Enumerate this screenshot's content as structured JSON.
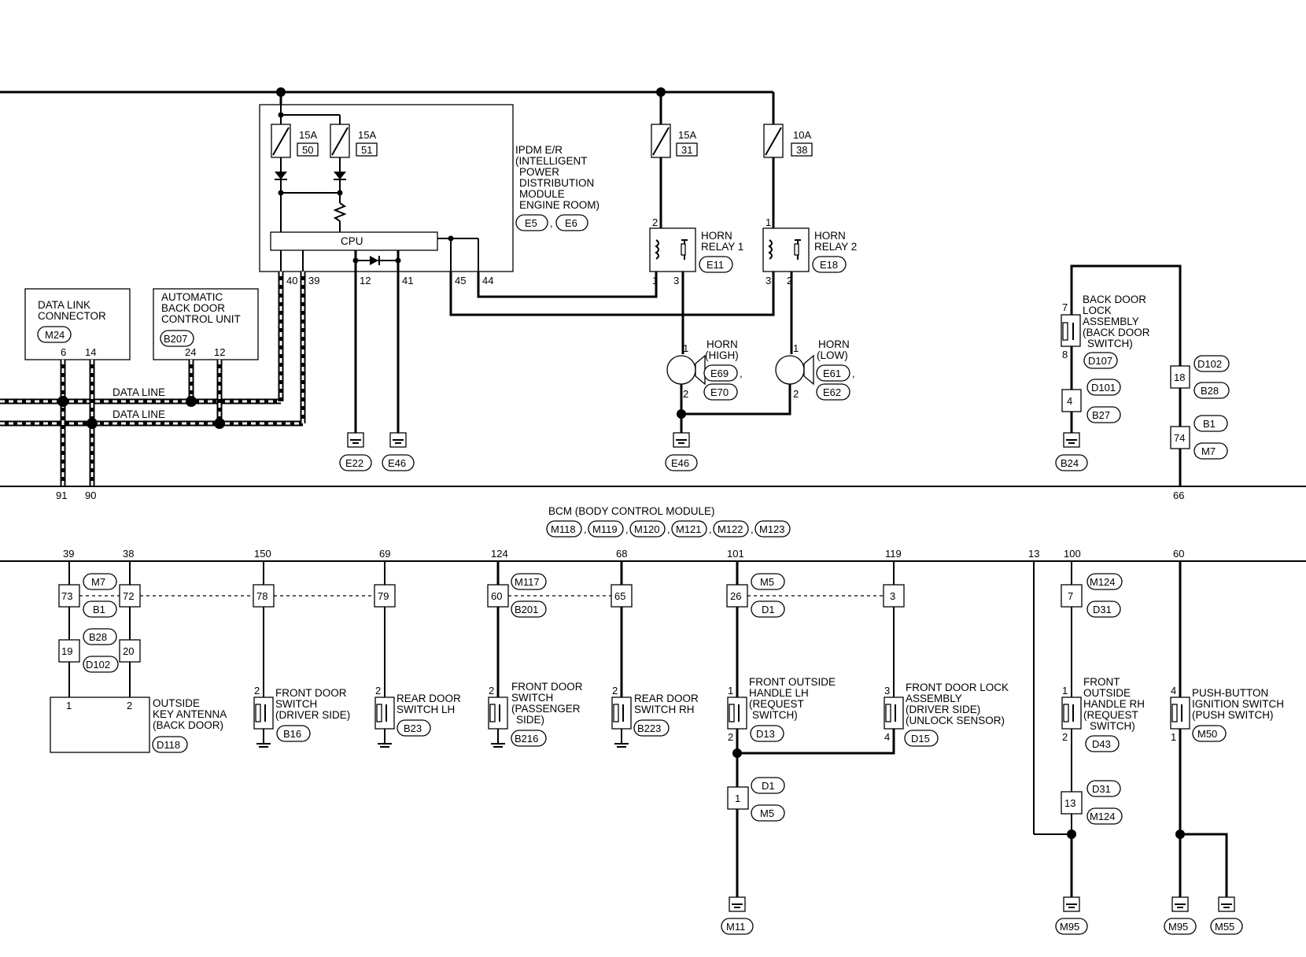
{
  "ipdm": {
    "title": [
      "IPDM E/R",
      "(INTELLIGENT",
      "POWER",
      "DISTRIBUTION",
      "MODULE",
      "ENGINE ROOM)"
    ],
    "connectors": [
      "E5",
      "E6"
    ],
    "fuses": [
      {
        "amp": "15A",
        "num": "50"
      },
      {
        "amp": "15A",
        "num": "51"
      }
    ],
    "cpu_label": "CPU",
    "pins": [
      "40",
      "39",
      "12",
      "41",
      "45",
      "44"
    ]
  },
  "horn_fuses": [
    {
      "amp": "15A",
      "num": "31"
    },
    {
      "amp": "10A",
      "num": "38"
    }
  ],
  "horn_relay_1": {
    "name": [
      "HORN",
      "RELAY 1"
    ],
    "conn": "E11",
    "pins": [
      "2",
      "1",
      "3"
    ]
  },
  "horn_relay_2": {
    "name": [
      "HORN",
      "RELAY 2"
    ],
    "conn": "E18",
    "pins": [
      "1",
      "3",
      "2"
    ]
  },
  "horn_high": {
    "name": [
      "HORN",
      "(HIGH)"
    ],
    "conns": [
      "E69",
      "E70"
    ],
    "pins": [
      "1",
      "2"
    ]
  },
  "horn_low": {
    "name": [
      "HORN",
      "(LOW)"
    ],
    "conns": [
      "E61",
      "E62"
    ],
    "pins": [
      "1",
      "2"
    ]
  },
  "data_link": {
    "name": [
      "DATA LINK",
      "CONNECTOR"
    ],
    "conn": "M24",
    "pins": [
      "6",
      "14"
    ]
  },
  "back_door_unit": {
    "name": [
      "AUTOMATIC",
      "BACK DOOR",
      "CONTROL UNIT"
    ],
    "conn": "B207",
    "pins": [
      "24",
      "12"
    ]
  },
  "data_line": "DATA LINE",
  "grounds_top": [
    "E22",
    "E46",
    "E46"
  ],
  "back_door_lock": {
    "name": [
      "BACK DOOR",
      "LOCK",
      "ASSEMBLY",
      "(BACK DOOR",
      "SWITCH)"
    ],
    "conn": "D107",
    "pins": [
      "7",
      "8"
    ],
    "joint_a": {
      "pin": "4",
      "tags": [
        "D101",
        "B27"
      ]
    },
    "joint_b": {
      "pin": "18",
      "tags": [
        "D102",
        "B28"
      ]
    },
    "joint_c": {
      "pin": "74",
      "tags": [
        "B1",
        "M7"
      ]
    },
    "ground": "B24"
  },
  "bcm": {
    "name": "BCM (BODY CONTROL MODULE)",
    "conns": [
      "M118",
      "M119",
      "M120",
      "M121",
      "M122",
      "M123"
    ],
    "top_pins": [
      "91",
      "90",
      "66"
    ],
    "bottom_pins": [
      "39",
      "38",
      "150",
      "69",
      "124",
      "68",
      "101",
      "119",
      "13",
      "100",
      "60"
    ]
  },
  "joints": {
    "j73": "73",
    "j72": "72",
    "j78": "78",
    "j79": "79",
    "j19": "19",
    "j20": "20",
    "j60": "60",
    "j65": "65",
    "j26": "26",
    "j3": "3",
    "j7": "7",
    "j1": "1",
    "j13": "13",
    "tags": [
      "M7",
      "B1",
      "B28",
      "D102",
      "M117",
      "B201",
      "M5",
      "D1",
      "M124",
      "D31",
      "D1",
      "M5",
      "D31",
      "M124"
    ]
  },
  "components": {
    "antenna": {
      "name": [
        "OUTSIDE",
        "KEY ANTENNA",
        "(BACK DOOR)"
      ],
      "conn": "D118",
      "pins": [
        "1",
        "2"
      ]
    },
    "fd_driver": {
      "name": [
        "FRONT DOOR",
        "SWITCH",
        "(DRIVER SIDE)"
      ],
      "conn": "B16",
      "pin": "2"
    },
    "rd_lh": {
      "name": [
        "REAR DOOR",
        "SWITCH LH"
      ],
      "conn": "B23",
      "pin": "2"
    },
    "fd_pass": {
      "name": [
        "FRONT DOOR",
        "SWITCH",
        "(PASSENGER",
        "SIDE)"
      ],
      "conn": "B216",
      "pin": "2"
    },
    "rd_rh": {
      "name": [
        "REAR DOOR",
        "SWITCH RH"
      ],
      "conn": "B223",
      "pin": "2"
    },
    "fo_lh": {
      "name": [
        "FRONT OUTSIDE",
        "HANDLE LH",
        "(REQUEST",
        "SWITCH)"
      ],
      "conn": "D13",
      "pins": [
        "1",
        "2"
      ]
    },
    "fdl": {
      "name": [
        "FRONT DOOR LOCK",
        "ASSEMBLY",
        "(DRIVER SIDE)",
        "(UNLOCK SENSOR)"
      ],
      "conn": "D15",
      "pins": [
        "3",
        "4"
      ]
    },
    "fo_rh": {
      "name": [
        "FRONT",
        "OUTSIDE",
        "HANDLE RH",
        "(REQUEST",
        "SWITCH)"
      ],
      "conn": "D43",
      "pins": [
        "1",
        "2"
      ]
    },
    "push": {
      "name": [
        "PUSH-BUTTON",
        "IGNITION SWITCH",
        "(PUSH SWITCH)"
      ],
      "conn": "M50",
      "pins": [
        "4",
        "1"
      ]
    }
  },
  "grounds_bottom": [
    "M11",
    "M95",
    "M95",
    "M55"
  ],
  "tag_sep": ","
}
